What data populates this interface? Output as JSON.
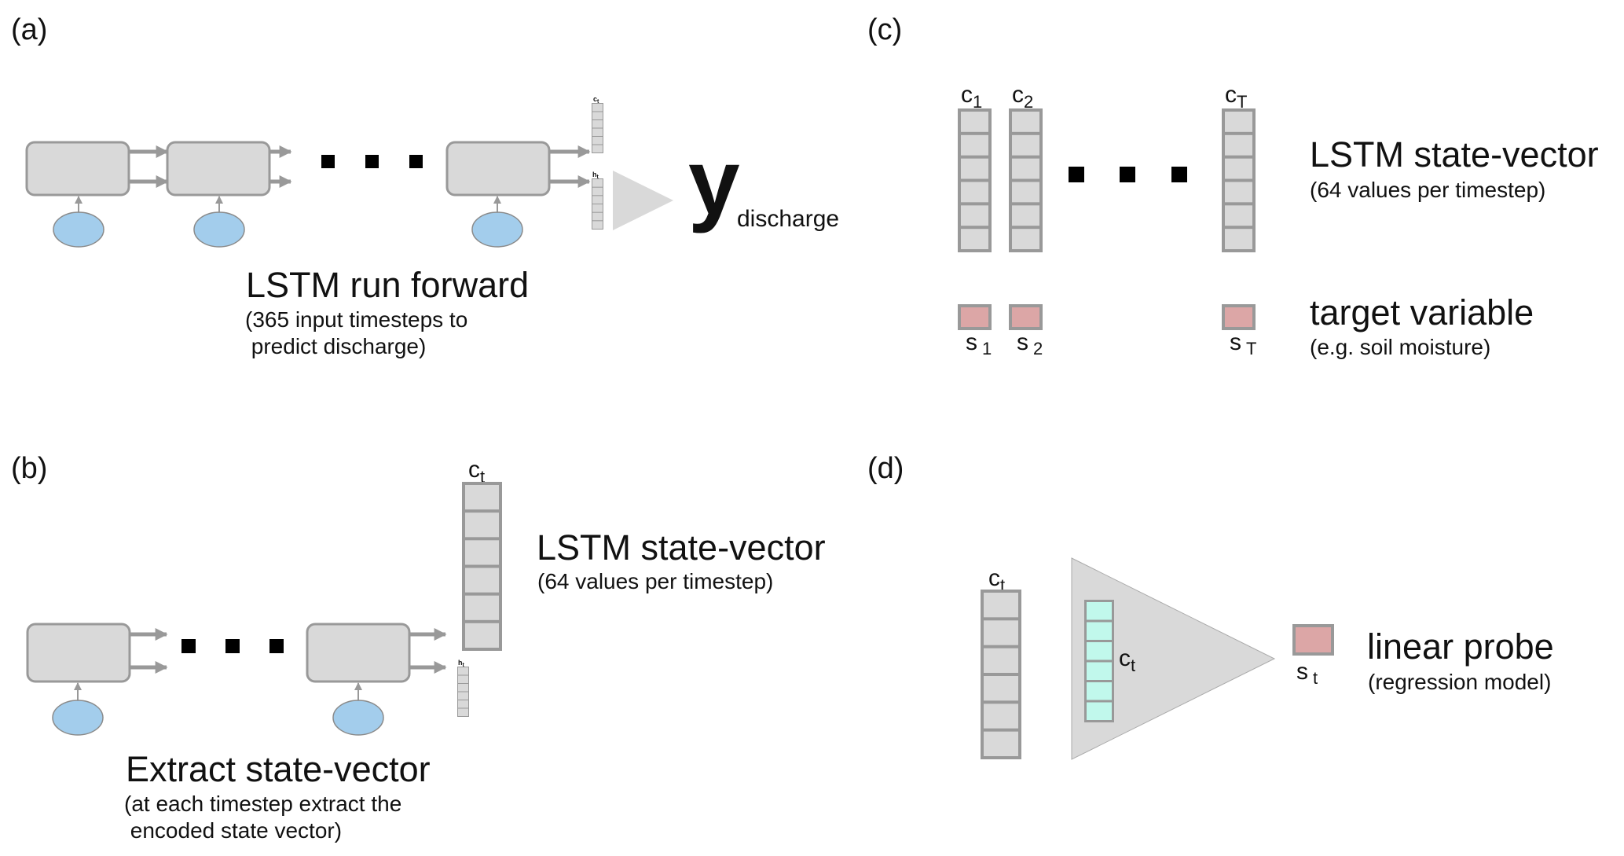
{
  "figure": {
    "panels": {
      "a": {
        "label": "(a)",
        "title": "LSTM run forward",
        "subtitle_line1": "(365 input timesteps to",
        "subtitle_line2": " predict discharge)",
        "cell_state_symbol": "c",
        "cell_state_sub": "t",
        "hidden_state_symbol": "h",
        "hidden_state_sub": "t",
        "output_symbol": "y",
        "output_sub": "discharge",
        "num_cells_shown": 3,
        "ellipsis_dots": 3
      },
      "b": {
        "label": "(b)",
        "title": "Extract state-vector",
        "subtitle_line1": "(at each timestep extract the",
        "subtitle_line2": " encoded state vector)",
        "vector_title": "LSTM state-vector",
        "vector_subtitle": "(64 values per timestep)",
        "cell_state_symbol": "c",
        "cell_state_sub": "t",
        "hidden_state_symbol": "h",
        "hidden_state_sub": "t",
        "num_cells_shown": 2,
        "ellipsis_dots": 3
      },
      "c": {
        "label": "(c)",
        "vector_title": "LSTM state-vector",
        "vector_subtitle": "(64 values per timestep)",
        "target_title": "target variable",
        "target_subtitle": "(e.g. soil moisture)",
        "columns": [
          {
            "c_symbol": "c",
            "c_sub": "1",
            "s_symbol": "s",
            "s_sub": "1"
          },
          {
            "c_symbol": "c",
            "c_sub": "2",
            "s_symbol": "s",
            "s_sub": "2"
          },
          {
            "c_symbol": "c",
            "c_sub": "T",
            "s_symbol": "s",
            "s_sub": "T"
          }
        ],
        "ellipsis_dots": 3
      },
      "d": {
        "label": "(d)",
        "input_symbol": "c",
        "input_sub": "t",
        "inner_symbol": "c",
        "inner_sub": "t",
        "output_symbol": "s",
        "output_sub": "t",
        "title": "linear probe",
        "subtitle": "(regression model)"
      }
    },
    "vector_cells_per_column": 6,
    "colors": {
      "cell_fill": "#d9d9d9",
      "border": "#999999",
      "input_node": "#a3cdec",
      "target": "#dca6a6",
      "probe_weights": "#c1f8ec",
      "ellipsis": "#000000"
    }
  }
}
